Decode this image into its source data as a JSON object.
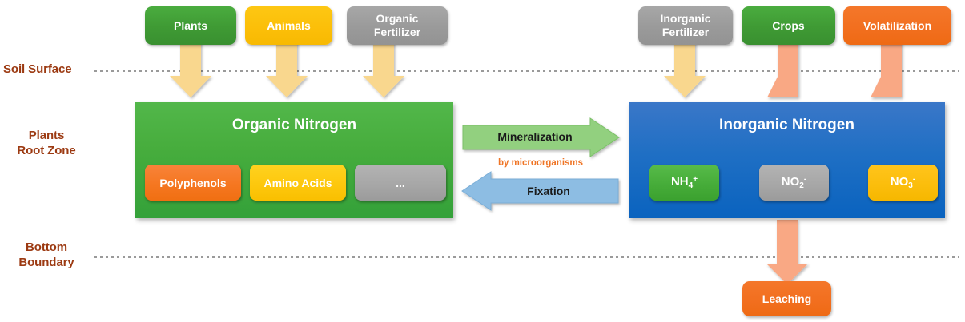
{
  "zones": [
    {
      "name": "soil-surface",
      "label": "Soil Surface"
    },
    {
      "name": "plants-root-zone",
      "label": "Plants\nRoot Zone"
    },
    {
      "name": "bottom-boundary",
      "label": "Bottom\nBoundary"
    }
  ],
  "zone_label_color": "#9C3A12",
  "top_left_sources": [
    {
      "label": "Plants",
      "color": "#3F9A34"
    },
    {
      "label": "Animals",
      "color": "#FCBF09"
    },
    {
      "label": "Organic\nFertilizer",
      "color": "#9A9A9A"
    }
  ],
  "top_right_sources": [
    {
      "label": "Inorganic\nFertilizer",
      "color": "#9A9A9A"
    },
    {
      "label": "Crops",
      "color": "#3F9A34"
    },
    {
      "label": "Volatilization",
      "color": "#F26F1F"
    }
  ],
  "organic_panel": {
    "title": "Organic Nitrogen",
    "color": "#47AD3D",
    "components": [
      {
        "label": "Polyphenols",
        "color": "#F5761F"
      },
      {
        "label": "Amino Acids",
        "color": "#FDC70C"
      },
      {
        "label": "...",
        "color": "#A6A6A6"
      }
    ]
  },
  "inorganic_panel": {
    "title": "Inorganic Nitrogen",
    "color": "#1F6FC4",
    "species": [
      {
        "base": "NH",
        "sub": "4",
        "sup": "+",
        "color": "#45AB38"
      },
      {
        "base": "NO",
        "sub": "2",
        "sup": "-",
        "color": "#A6A6A6"
      },
      {
        "base": "NO",
        "sub": "3",
        "sup": "-",
        "color": "#FBBD0B"
      }
    ]
  },
  "processes": {
    "mineralization": {
      "label": "Mineralization",
      "color": "#92D07F",
      "direction": "right"
    },
    "fixation": {
      "label": "Fixation",
      "color": "#8DBDE3",
      "direction": "left"
    },
    "agent_note": "by microorganisms",
    "agent_note_color": "#EF7526"
  },
  "leaching": {
    "label": "Leaching",
    "color": "#F26F1F"
  },
  "arrows": {
    "deposition_color": "#F9D78E",
    "uptake_color": "#F9A884",
    "nitrification_color": "#FFFFFF"
  }
}
